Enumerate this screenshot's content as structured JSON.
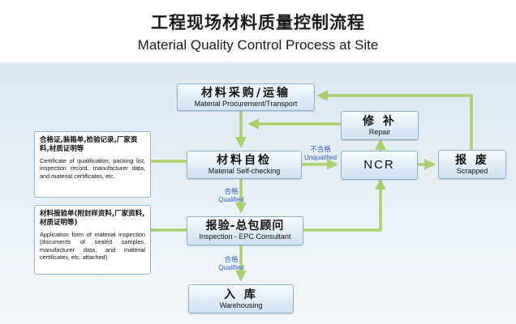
{
  "title": {
    "zh": "工程现场材料质量控制流程",
    "en": "Material Quality Control Process at Site"
  },
  "nodes": {
    "procurement": {
      "zh": "材料采购/运输",
      "en": "Material Procurement/Transport"
    },
    "repair": {
      "zh": "修 补",
      "en": "Repair"
    },
    "self_check": {
      "zh": "材料自检",
      "en": "Material Self-checking"
    },
    "ncr": {
      "zh": "NCR"
    },
    "scrapped": {
      "zh": "报 废",
      "en": "Scrapped"
    },
    "inspection": {
      "zh": "报验-总包顾问",
      "en": "Inspection - EPC Consultant"
    },
    "warehousing": {
      "zh": "入 库",
      "en": "Warehousing"
    }
  },
  "notes": {
    "certificates": {
      "zh": "合格证,装箱单,检验记录,厂家资料,材质证明等",
      "en": "Certificate of qualification, packing list, inspection record, manufacturer data, and material certificates, etc."
    },
    "application": {
      "zh": "材料报验单(附封样资料,厂家资料,材质证明等)",
      "en": "Application form of material inspection (documents of sealed samples, manufacturer data, and material certificates, etc. attached)"
    }
  },
  "labels": {
    "unqualified": {
      "zh": "不合格",
      "en": "Unqualified"
    },
    "qualified_1": {
      "zh": "合格",
      "en": "Qualified"
    },
    "qualified_2": {
      "zh": "合格",
      "en": "Qualified"
    }
  },
  "colors": {
    "connector": "#a9cf6e",
    "box_border": "#8fb2cf",
    "label_text": "#2f5ec2"
  }
}
